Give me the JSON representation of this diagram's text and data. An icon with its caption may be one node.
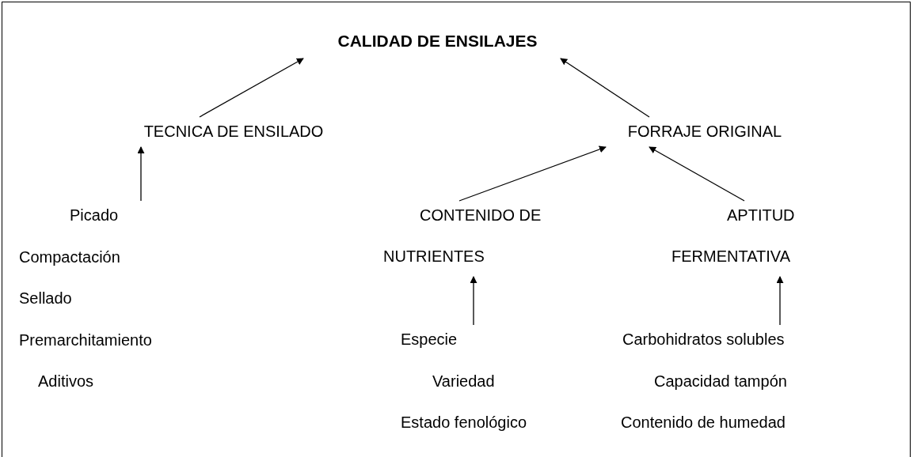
{
  "diagram": {
    "nodes": [
      {
        "text": [
          "CALIDAD DE ENSILAJES"
        ]
      },
      {
        "text": [
          "TECNICA DE ENSILADO"
        ]
      },
      {
        "text": [
          "FORRAJE ORIGINAL"
        ]
      },
      {
        "text": [
          "Picado",
          "Compactación",
          "Sellado",
          "Premarchitamiento",
          "Aditivos"
        ]
      },
      {
        "text": [
          "CONTENIDO DE NUTRIENTES"
        ]
      },
      {
        "text": [
          "APTITUD FERMENTATIVA"
        ]
      },
      {
        "text": [
          "Especie",
          "Variedad",
          "Estado fenológico"
        ]
      },
      {
        "text": [
          "Carbohidratos solubles",
          "Capacidad tampón",
          "Contenido de humedad"
        ]
      }
    ],
    "edges": [
      {
        "from": 1,
        "to": 0,
        "arrow": "to"
      },
      {
        "from": 2,
        "to": 0,
        "arrow": "to"
      },
      {
        "from": 3,
        "to": 1,
        "arrow": "to"
      },
      {
        "from": 4,
        "to": 2,
        "arrow": "to"
      },
      {
        "from": 5,
        "to": 2,
        "arrow": "to"
      },
      {
        "from": 6,
        "to": 4,
        "arrow": "to"
      },
      {
        "from": 7,
        "to": 5,
        "arrow": "to"
      }
    ]
  }
}
